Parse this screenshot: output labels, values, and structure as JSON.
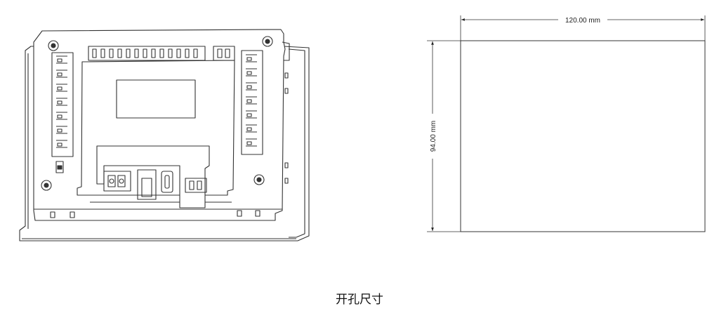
{
  "dimensions": {
    "width_label": "120.00 mm",
    "height_label": "94.00 mm"
  },
  "caption": "开孔尺寸"
}
